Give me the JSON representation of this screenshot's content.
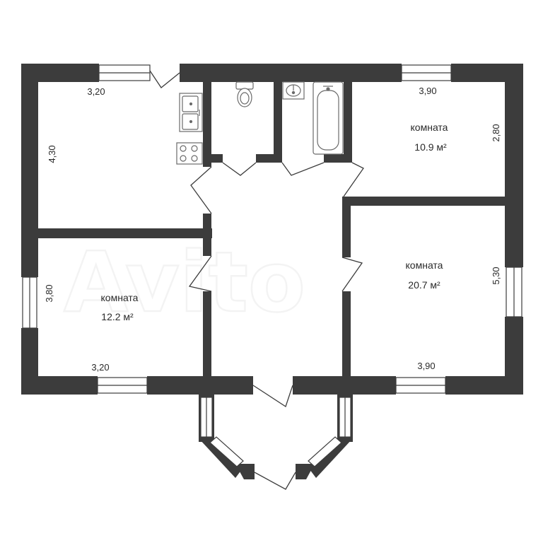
{
  "watermark": "Avito",
  "rooms": {
    "kitchen": {
      "width": "3,20",
      "height": "4,30"
    },
    "room_left": {
      "name": "комната",
      "area": "12.2 м²",
      "width": "3,20",
      "height": "3,80"
    },
    "room_top_right": {
      "name": "комната",
      "area": "10.9 м²",
      "width": "3,90",
      "height": "2,80"
    },
    "room_bottom_right": {
      "name": "комната",
      "area": "20.7 м²",
      "width": "3,90",
      "height": "5,30"
    }
  },
  "icons": [
    "toilet-icon",
    "sink-icon",
    "bathtub-icon",
    "kitchen-sink-icon",
    "stove-icon"
  ],
  "colors": {
    "wall": "#3c3c3c",
    "background": "#ffffff",
    "fixture": "#6a6a6a"
  }
}
